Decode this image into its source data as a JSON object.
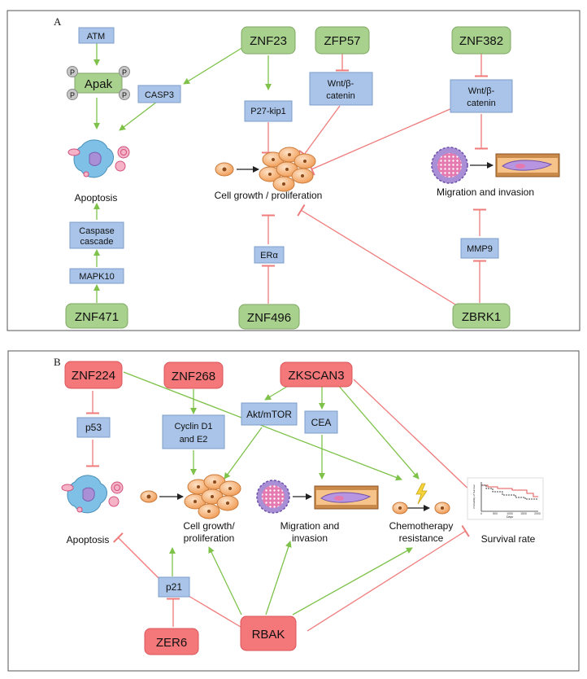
{
  "panels": [
    {
      "letter": "A"
    },
    {
      "letter": "B"
    }
  ],
  "panel_a": {
    "genes": {
      "znf23": "ZNF23",
      "zfp57": "ZFP57",
      "znf382": "ZNF382",
      "znf471": "ZNF471",
      "znf496": "ZNF496",
      "zbrk1": "ZBRK1"
    },
    "nodes": {
      "atm": "ATM",
      "apak": "Apak",
      "phospho": "P",
      "casp3": "CASP3",
      "p27": "P27-kip1",
      "wnt1_l1": "Wnt/β-",
      "wnt1_l2": "catenin",
      "wnt2_l1": "Wnt/β-",
      "wnt2_l2": "catenin",
      "caspase_l1": "Caspase",
      "caspase_l2": "cascade",
      "mapk10": "MAPK10",
      "era": "ERα",
      "mmp9": "MMP9"
    },
    "outcomes": {
      "apoptosis": "Apoptosis",
      "growth": "Cell growth / proliferation",
      "migration": "Migration and invasion"
    }
  },
  "panel_b": {
    "genes": {
      "znf224": "ZNF224",
      "znf268": "ZNF268",
      "zkscan3": "ZKSCAN3",
      "zer6": "ZER6",
      "rbak": "RBAK"
    },
    "nodes": {
      "p53": "p53",
      "cyclin_l1": "Cyclin D1",
      "cyclin_l2": "and E2",
      "aktmtor": "Akt/mTOR",
      "cea": "CEA",
      "p21": "p21"
    },
    "outcomes": {
      "apoptosis": "Apoptosis",
      "growth_l1": "Cell growth/",
      "growth_l2": "proliferation",
      "migration_l1": "Migration and",
      "migration_l2": "invasion",
      "chemo_l1": "Chemotherapy",
      "chemo_l2": "resistance",
      "survival": "Survival rate"
    },
    "survival_plot": {
      "ylabel": "Probability of Survival",
      "xlabel": "Days",
      "xticks": [
        "0",
        "500",
        "1000",
        "1500",
        "2000"
      ]
    }
  },
  "colors": {
    "gene_green": "#a9d18e",
    "gene_green_border": "#7ea863",
    "gene_red": "#f4777a",
    "gene_red_border": "#d95559",
    "node_blue": "#a9c4e8",
    "node_blue_border": "#7d9cc8",
    "arrow_green": "#7ec24a",
    "inhibit_red": "#ef7b7b",
    "cell_orange": "#f4a460",
    "cell_purple": "#a98fd6"
  }
}
